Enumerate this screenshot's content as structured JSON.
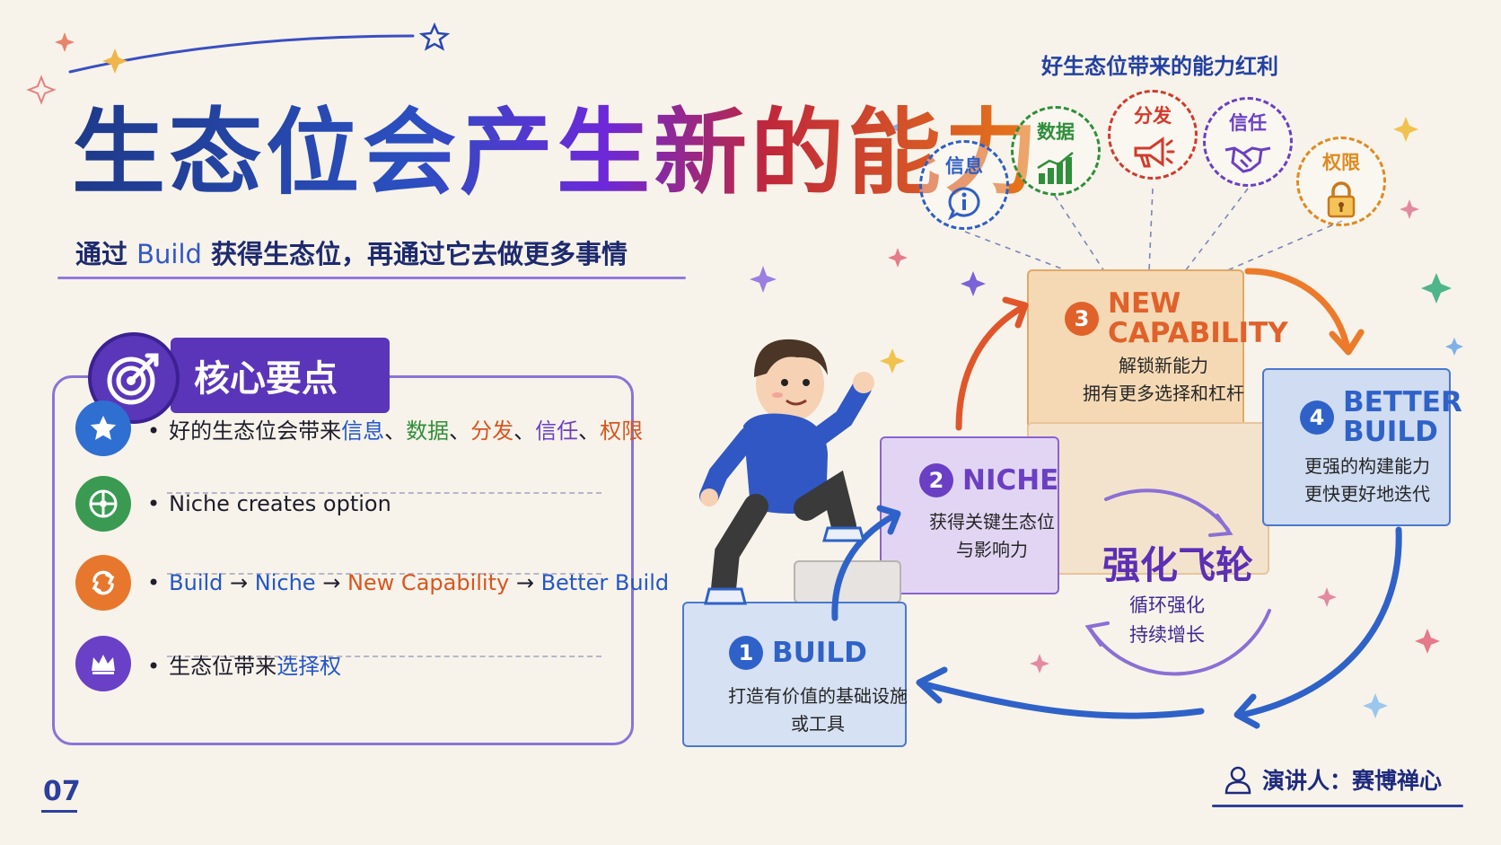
{
  "title": "生态位会产生新的能力",
  "subtitle": {
    "prefix": "通过",
    "highlight": "Build",
    "suffix": "获得生态位，再通过它去做更多事情"
  },
  "keypoints": {
    "title": "核心要点",
    "items": [
      {
        "icon": "star-icon",
        "color": "#2f6fd1",
        "bullet": "•",
        "parts": [
          {
            "text": "好的生态位会带来",
            "color": "#1d1d2d"
          },
          {
            "text": "信息",
            "color": "#2356c8"
          },
          {
            "text": "、",
            "color": "#1d1d2d"
          },
          {
            "text": "数据",
            "color": "#2f8f3a"
          },
          {
            "text": "、",
            "color": "#1d1d2d"
          },
          {
            "text": "分发",
            "color": "#d8551f"
          },
          {
            "text": "、",
            "color": "#1d1d2d"
          },
          {
            "text": "信任",
            "color": "#6b3fc4"
          },
          {
            "text": "、",
            "color": "#1d1d2d"
          },
          {
            "text": "权限",
            "color": "#d8551f"
          }
        ]
      },
      {
        "icon": "puzzle-icon",
        "color": "#3a9a52",
        "bullet": "•",
        "parts": [
          {
            "text": "Niche creates option",
            "color": "#1d1d2d"
          }
        ]
      },
      {
        "icon": "cycle-arrows-icon",
        "color": "#e8772e",
        "bullet": "•",
        "parts": [
          {
            "text": "Build",
            "color": "#2356c8"
          },
          {
            "text": " → ",
            "color": "#1d1d2d"
          },
          {
            "text": "Niche",
            "color": "#2356c8"
          },
          {
            "text": " → ",
            "color": "#1d1d2d"
          },
          {
            "text": "New Capability",
            "color": "#d8551f"
          },
          {
            "text": " → ",
            "color": "#1d1d2d"
          },
          {
            "text": "Better Build",
            "color": "#2356c8"
          }
        ]
      },
      {
        "icon": "crown-icon",
        "color": "#6a40c6",
        "bullet": "•",
        "parts": [
          {
            "text": "生态位带来",
            "color": "#1d1d2d"
          },
          {
            "text": "选择权",
            "color": "#2356c8"
          }
        ]
      }
    ]
  },
  "benefits": {
    "title": "好生态位带来的能力红利",
    "items": [
      {
        "label": "信息",
        "icon": "info-icon",
        "color": "#2f5fc4"
      },
      {
        "label": "数据",
        "icon": "bar-chart-icon",
        "color": "#2f8f3a"
      },
      {
        "label": "分发",
        "icon": "megaphone-icon",
        "color": "#d33a2a"
      },
      {
        "label": "信任",
        "icon": "handshake-icon",
        "color": "#6b3fc4"
      },
      {
        "label": "权限",
        "icon": "lock-icon",
        "color": "#e08a1e"
      }
    ]
  },
  "steps": [
    {
      "number": "1",
      "name": "BUILD",
      "desc_lines": [
        "打造有价值的基础设施",
        "或工具"
      ],
      "color": "#2f62c8"
    },
    {
      "number": "2",
      "name": "NICHE",
      "desc_lines": [
        "获得关键生态位",
        "与影响力"
      ],
      "color": "#6a3fc4"
    },
    {
      "number": "3",
      "name_lines": [
        "NEW",
        "CAPABILITY"
      ],
      "desc_lines": [
        "解锁新能力",
        "拥有更多选择和杠杆"
      ],
      "color": "#e0612a"
    },
    {
      "number": "4",
      "name_lines": [
        "BETTER",
        "BUILD"
      ],
      "desc_lines": [
        "更强的构建能力",
        "更快更好地迭代"
      ],
      "color": "#2f62c8"
    }
  ],
  "flywheel": {
    "title": "强化飞轮",
    "desc_lines": [
      "循环强化",
      "持续增长"
    ]
  },
  "speaker": {
    "label": "演讲人：",
    "name": "赛博禅心"
  },
  "page_number": "07"
}
